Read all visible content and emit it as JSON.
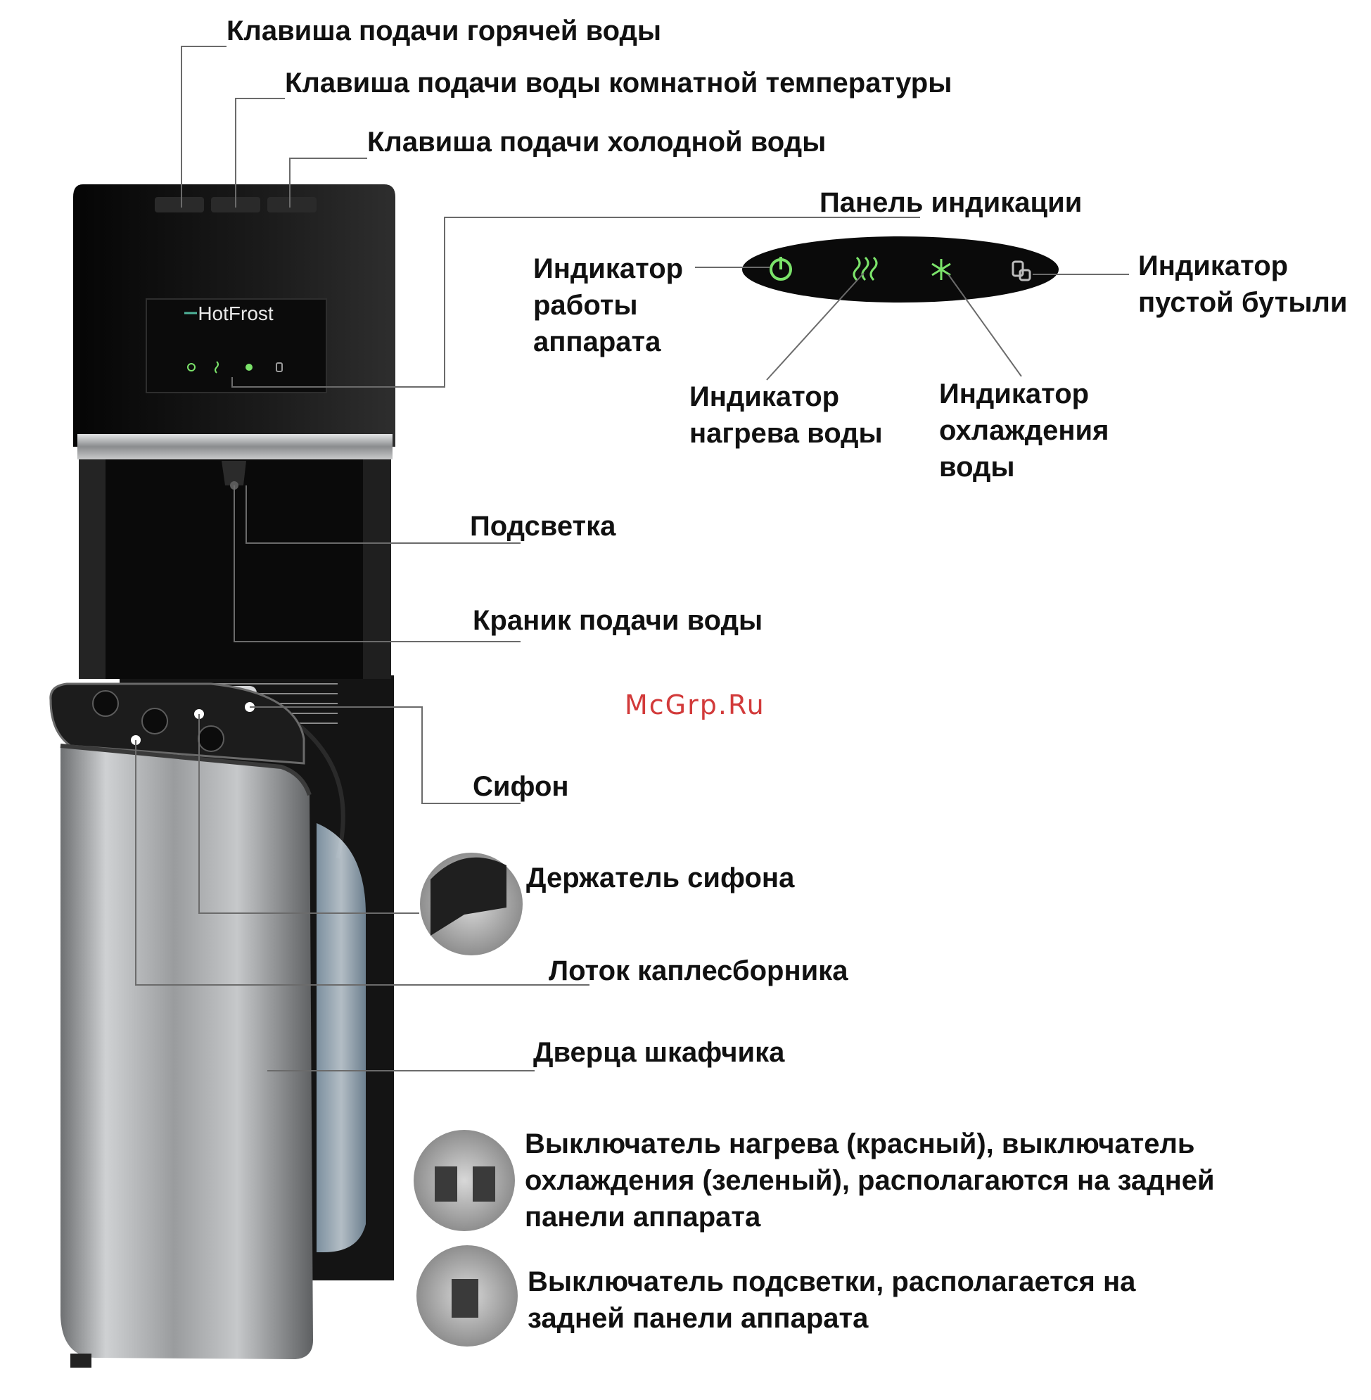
{
  "brand": "HotFrost",
  "watermark": "McGrp.Ru",
  "colors": {
    "cabinet": "#111111",
    "steel": "#a9abad",
    "indicator_green": "#7be36a",
    "leader_line": "#6b6b6b",
    "text": "#111111",
    "watermark": "#d23a3a"
  },
  "indicator_icons": [
    "power-icon",
    "heat-wave-icon",
    "snowflake-icon",
    "bottle-icon"
  ],
  "labels": {
    "hot_key": "Клавиша подачи горячей воды",
    "room_key": "Клавиша подачи воды комнатной температуры",
    "cold_key": "Клавиша подачи холодной воды",
    "panel": "Панель индикации",
    "power_ind": [
      "Индикатор",
      "работы",
      "аппарата"
    ],
    "empty_ind": [
      "Индикатор",
      "пустой бутыли"
    ],
    "heat_ind": [
      "Индикатор",
      "нагрева воды"
    ],
    "cool_ind": [
      "Индикатор",
      "охлаждения",
      "воды"
    ],
    "backlight": "Подсветка",
    "tap": "Краник подачи воды",
    "siphon": "Сифон",
    "siphon_holder": "Держатель сифона",
    "drip_tray": "Лоток каплесборника",
    "cabinet_door": "Дверца шкафчика",
    "switches": [
      "Выключатель нагрева (красный), выключатель",
      "охлаждения (зеленый), располагаются на задней",
      "панели аппарата"
    ],
    "light_switch": [
      "Выключатель подсветки, располагается на",
      "задней панели аппарата"
    ]
  }
}
